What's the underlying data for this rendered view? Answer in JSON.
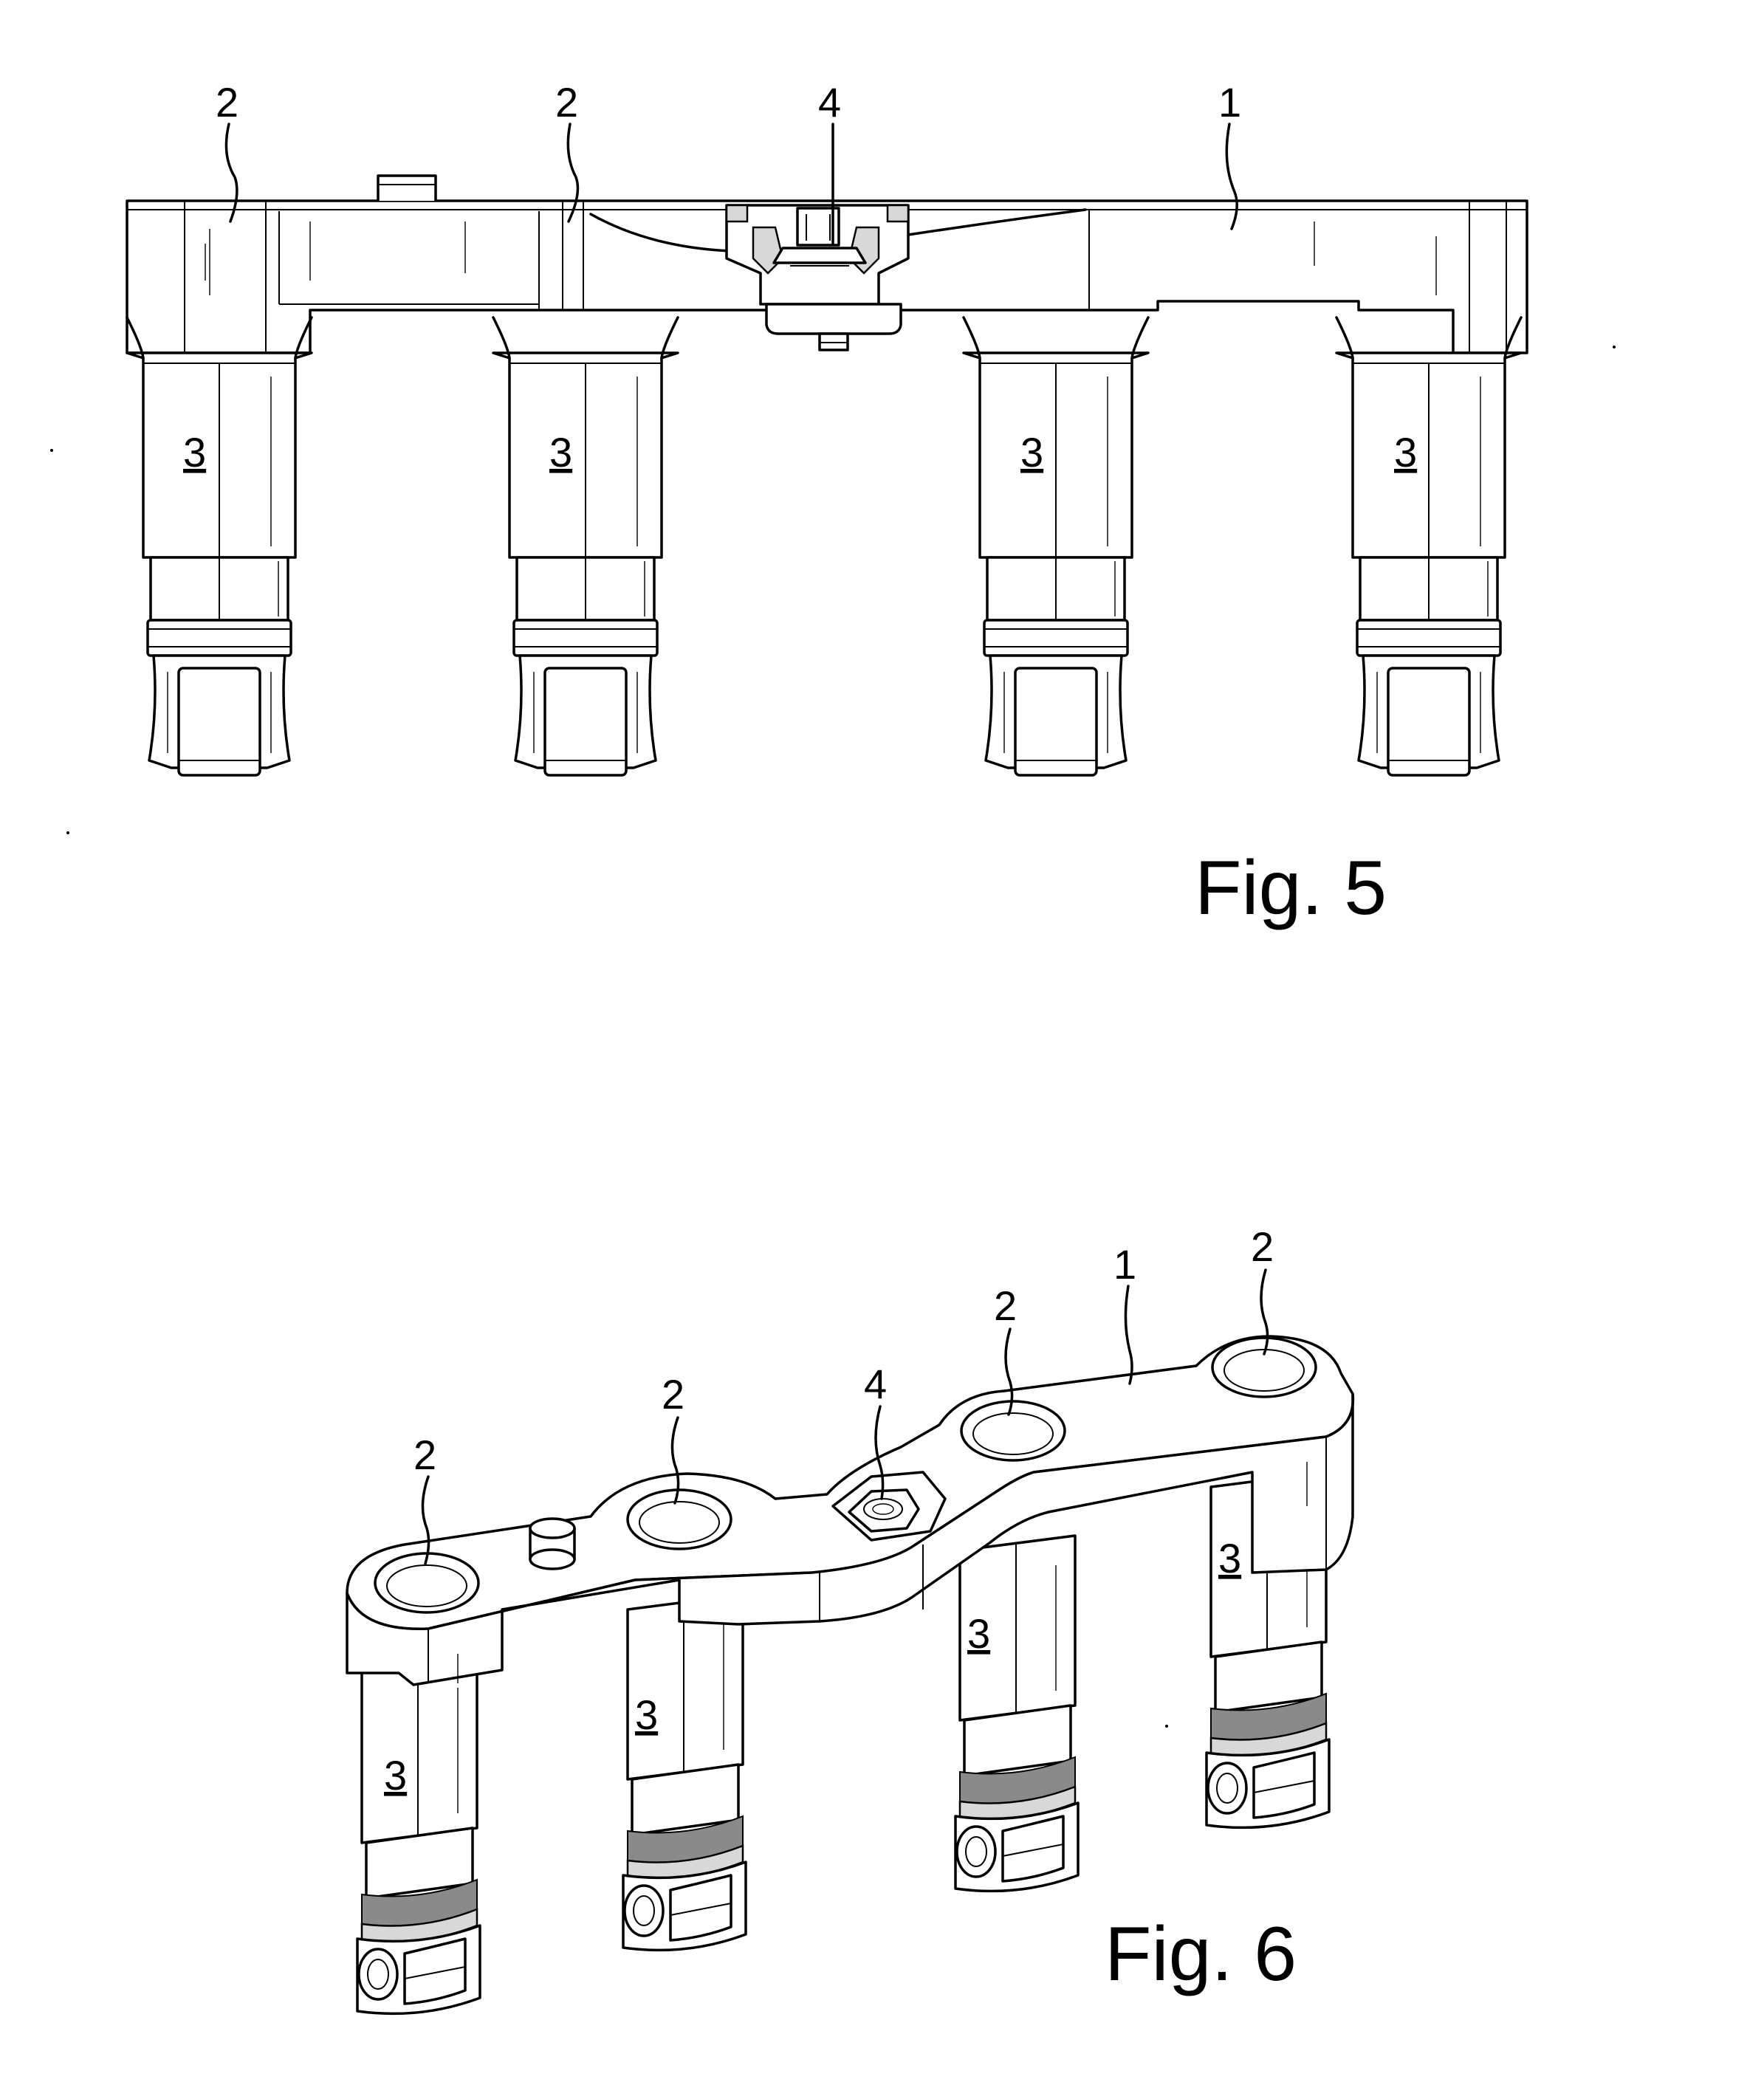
{
  "figures": [
    {
      "caption": "Fig. 5",
      "labels": [
        {
          "name": "label-2-left",
          "text": "2"
        },
        {
          "name": "label-2-second",
          "text": "2"
        },
        {
          "name": "label-4",
          "text": "4"
        },
        {
          "name": "label-1",
          "text": "1"
        },
        {
          "name": "label-3-a",
          "text": "3"
        },
        {
          "name": "label-3-b",
          "text": "3"
        },
        {
          "name": "label-3-c",
          "text": "3"
        },
        {
          "name": "label-3-d",
          "text": "3"
        }
      ]
    },
    {
      "caption": "Fig. 6",
      "labels": [
        {
          "name": "label-2-a",
          "text": "2"
        },
        {
          "name": "label-2-b",
          "text": "2"
        },
        {
          "name": "label-4",
          "text": "4"
        },
        {
          "name": "label-2-c",
          "text": "2"
        },
        {
          "name": "label-1",
          "text": "1"
        },
        {
          "name": "label-2-d",
          "text": "2"
        },
        {
          "name": "label-3-a",
          "text": "3"
        },
        {
          "name": "label-3-b",
          "text": "3"
        },
        {
          "name": "label-3-c",
          "text": "3"
        },
        {
          "name": "label-3-d",
          "text": "3"
        }
      ]
    }
  ]
}
